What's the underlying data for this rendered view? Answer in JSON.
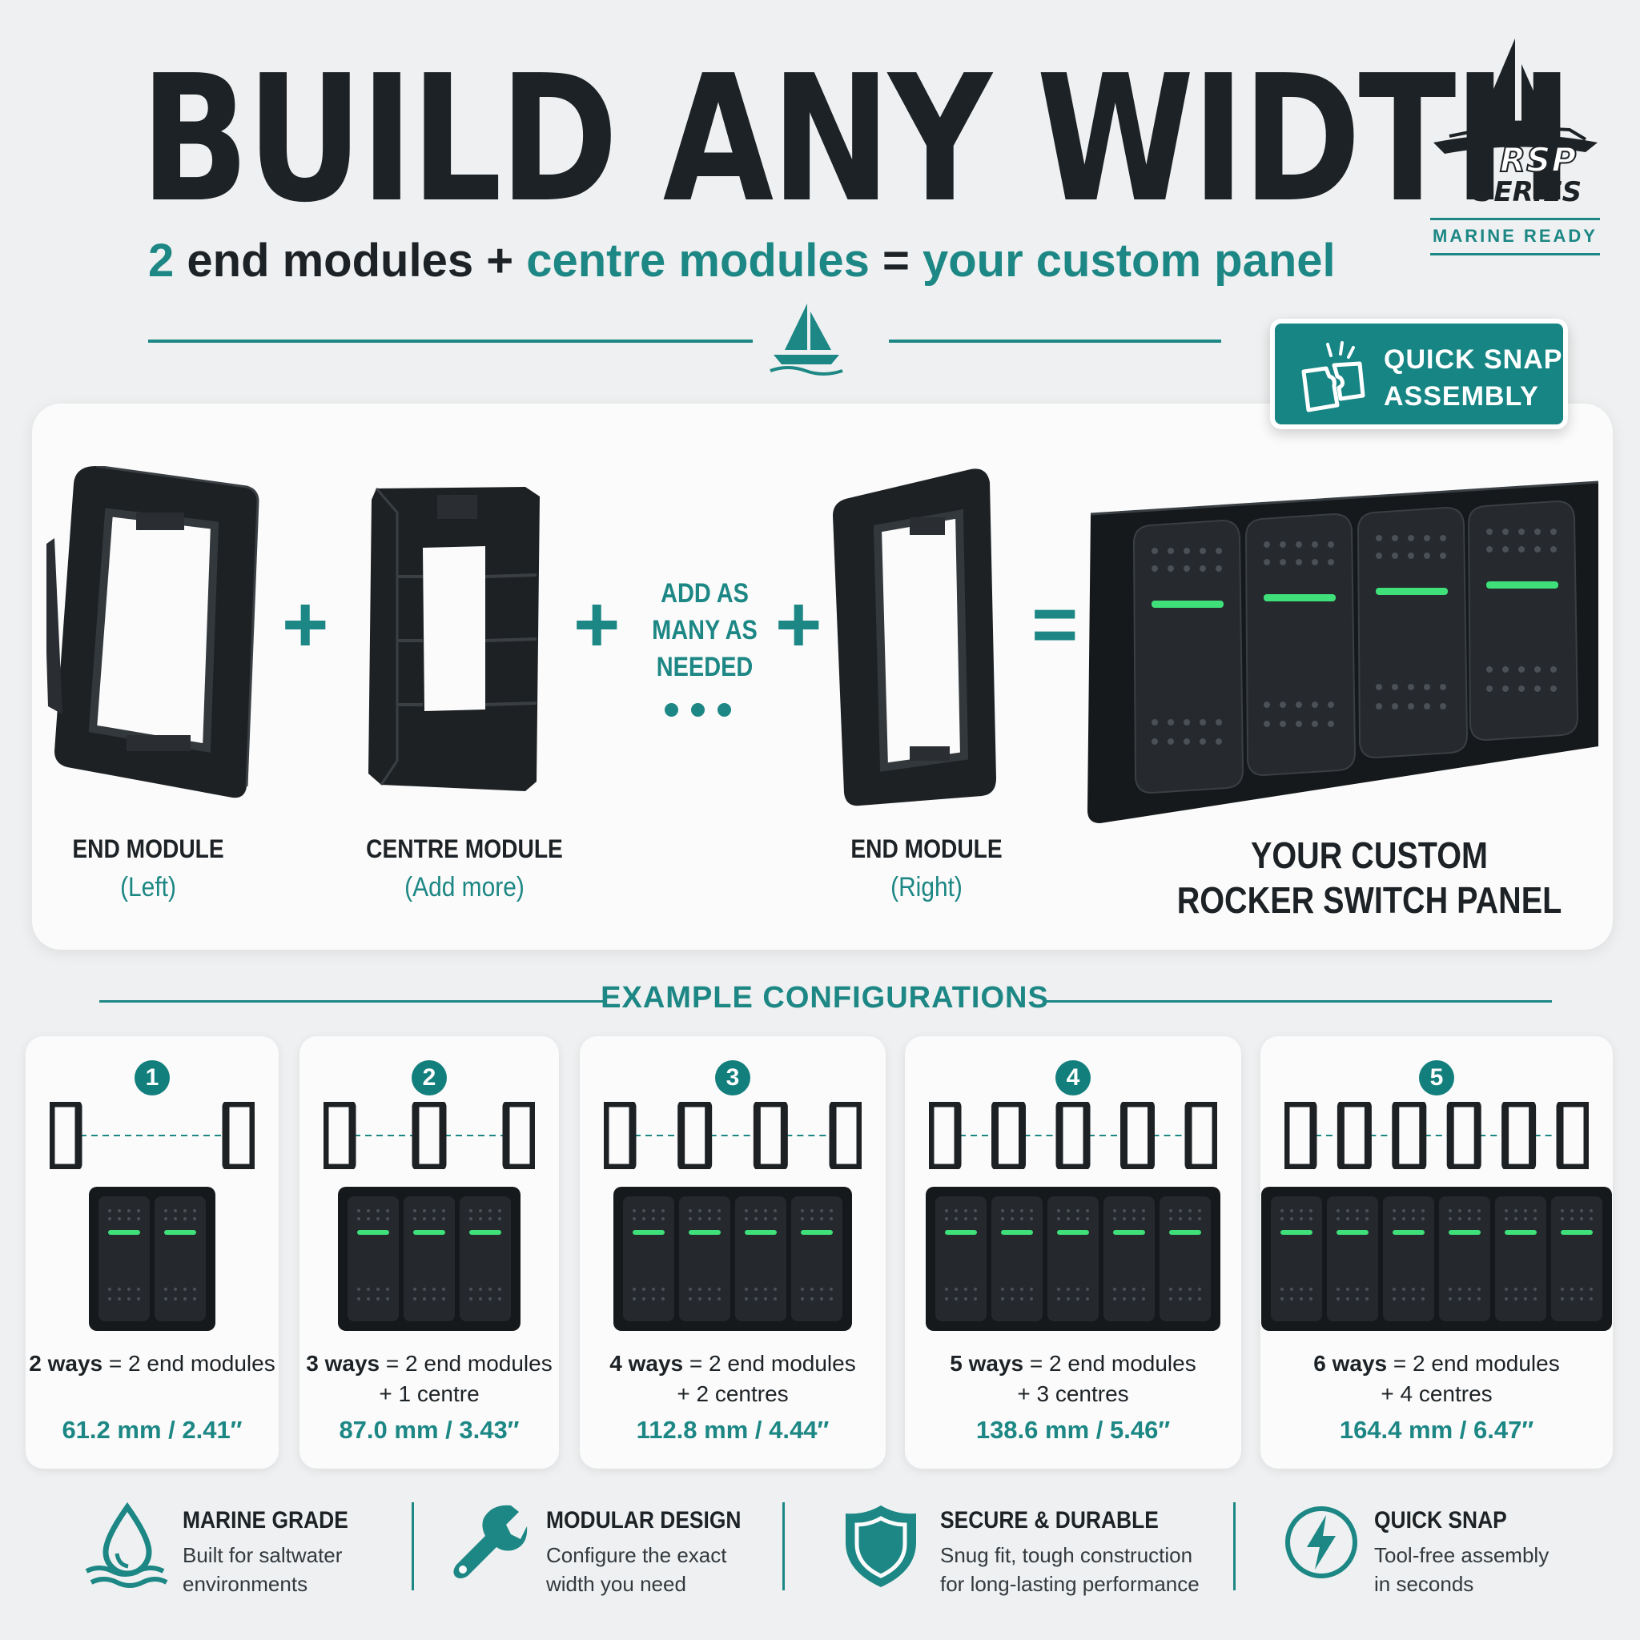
{
  "header": {
    "title": "BUILD ANY WIDTH",
    "subtitle_part1": "2",
    "subtitle_part2": " end modules + ",
    "subtitle_part3": "centre modules",
    "subtitle_part4": " = ",
    "subtitle_part5": "your custom panel"
  },
  "logo": {
    "line1": "RSP",
    "line2": "SERIES",
    "tagline": "MARINE READY"
  },
  "badge": {
    "line1": "QUICK SNAP",
    "line2": "ASSEMBLY",
    "icon": "puzzle-icon"
  },
  "hero": {
    "end_left_title": "END MODULE",
    "end_left_sub": "(Left)",
    "centre_title": "CENTRE MODULE",
    "centre_sub": "(Add more)",
    "add_line1": "ADD AS",
    "add_line2": "MANY AS",
    "add_line3": "NEEDED",
    "end_right_title": "END MODULE",
    "end_right_sub": "(Right)",
    "custom_line1": "YOUR CUSTOM",
    "custom_line2": "ROCKER SWITCH PANEL",
    "plus": "+",
    "equals": "="
  },
  "examples": {
    "title": "EXAMPLE CONFIGURATIONS",
    "configs": [
      {
        "num": "1",
        "ways": "2 ways",
        "eq": " = 2 end modules",
        "extra": "",
        "dim": "61.2 mm / 2.41″",
        "switches": 2
      },
      {
        "num": "2",
        "ways": "3 ways",
        "eq": " = 2 end modules",
        "extra": "+ 1 centre",
        "dim": "87.0 mm / 3.43″",
        "switches": 3
      },
      {
        "num": "3",
        "ways": "4 ways",
        "eq": " = 2 end modules",
        "extra": "+ 2 centres",
        "dim": "112.8 mm / 4.44″",
        "switches": 4
      },
      {
        "num": "4",
        "ways": "5 ways",
        "eq": " = 2 end modules",
        "extra": "+ 3 centres",
        "dim": "138.6 mm / 5.46″",
        "switches": 5
      },
      {
        "num": "5",
        "ways": "6 ways",
        "eq": " = 2 end modules",
        "extra": "+ 4 centres",
        "dim": "164.4 mm / 6.47″",
        "switches": 6
      }
    ]
  },
  "features": [
    {
      "icon": "water-drop-icon",
      "title": "MARINE GRADE",
      "desc1": "Built for saltwater",
      "desc2": "environments"
    },
    {
      "icon": "wrench-icon",
      "title": "MODULAR DESIGN",
      "desc1": "Configure the exact",
      "desc2": "width you need"
    },
    {
      "icon": "shield-icon",
      "title": "SECURE & DURABLE",
      "desc1": "Snug fit, tough construction",
      "desc2": "for long-lasting performance"
    },
    {
      "icon": "lightning-icon",
      "title": "QUICK SNAP",
      "desc1": "Tool-free assembly",
      "desc2": "in seconds"
    }
  ],
  "colors": {
    "accent": "#1c8784",
    "dark": "#1d2226",
    "led": "#3fe07a"
  }
}
